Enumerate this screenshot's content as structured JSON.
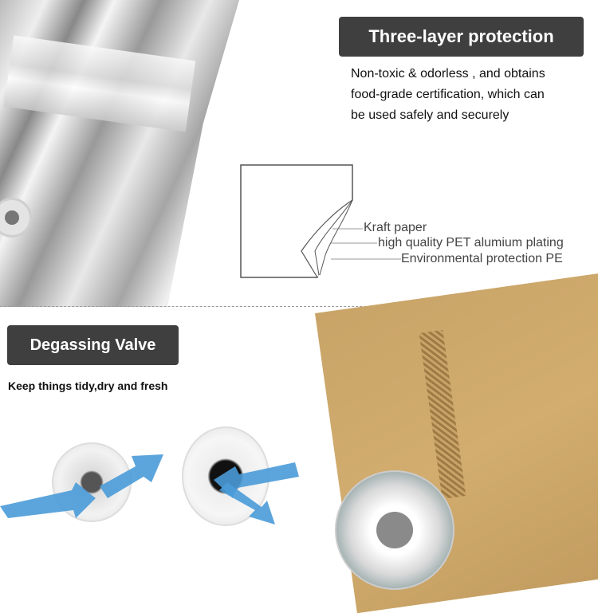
{
  "top": {
    "title": "Three-layer protection",
    "description_lines": [
      "Non-toxic & odorless , and obtains",
      "food-grade certification, which can",
      "be used safely and securely"
    ]
  },
  "layers": [
    "Kraft paper",
    "high quality PET alumium plating",
    "Environmental protection PE"
  ],
  "bottom": {
    "title": "Degassing Valve",
    "subtitle": "Keep things tidy,dry and fresh"
  }
}
